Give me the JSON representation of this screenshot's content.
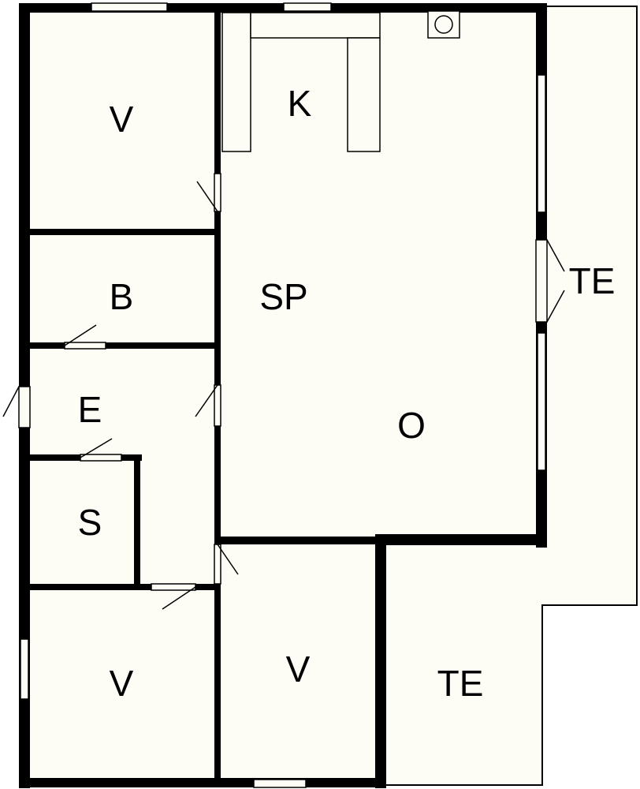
{
  "colors": {
    "floor": "#fdfdf6",
    "wall": "#000000",
    "background": "#ffffff"
  },
  "rooms": {
    "bedroom_top": "V",
    "kitchen": "K",
    "bathroom": "B",
    "dining": "SP",
    "entrance": "E",
    "living": "O",
    "sauna": "S",
    "bedroom_bottom_left": "V",
    "bedroom_bottom_mid": "V",
    "terrace_right": "TE",
    "terrace_bottom": "TE"
  },
  "fixtures": [
    "kitchen-counter-icon",
    "stove-icon",
    "door-swing-icon",
    "window-icon"
  ]
}
